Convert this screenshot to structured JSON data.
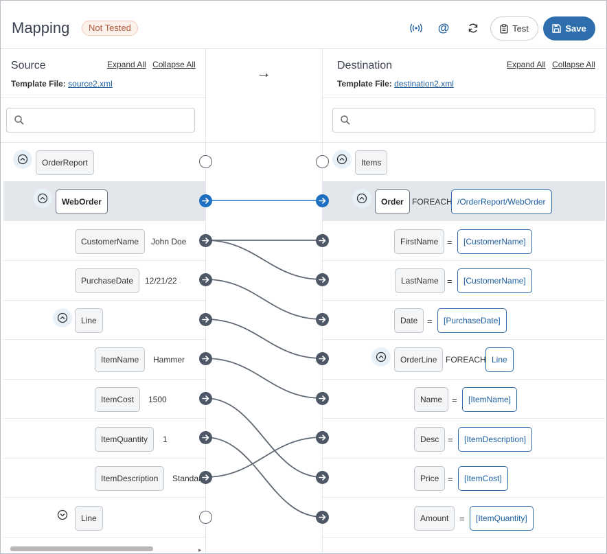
{
  "header": {
    "title": "Mapping",
    "status_badge": "Not Tested",
    "test_label": "Test",
    "save_label": "Save"
  },
  "source": {
    "title": "Source",
    "expand_all": "Expand All",
    "collapse_all": "Collapse All",
    "template_label": "Template File:",
    "template_file": "source2.xml",
    "search_placeholder": ""
  },
  "destination": {
    "title": "Destination",
    "expand_all": "Expand All",
    "collapse_all": "Collapse All",
    "template_label": "Template File:",
    "template_file": "destination2.xml",
    "search_placeholder": ""
  },
  "mapping_arrow": "→",
  "source_rows": [
    {
      "label": "OrderReport",
      "value": ""
    },
    {
      "label": "WebOrder",
      "value": ""
    },
    {
      "label": "CustomerName",
      "value": "John Doe"
    },
    {
      "label": "PurchaseDate",
      "value": "12/21/22"
    },
    {
      "label": "Line",
      "value": ""
    },
    {
      "label": "ItemName",
      "value": "Hammer"
    },
    {
      "label": "ItemCost",
      "value": "1500"
    },
    {
      "label": "ItemQuantity",
      "value": "1"
    },
    {
      "label": "ItemDescription",
      "value": "Standar"
    },
    {
      "label": "Line",
      "value": ""
    }
  ],
  "dest_rows": [
    {
      "label": "Items",
      "op": "",
      "binding": ""
    },
    {
      "label": "Order",
      "op": "FOREACH",
      "binding": "/OrderReport/WebOrder"
    },
    {
      "label": "FirstName",
      "op": "=",
      "binding": "[CustomerName]"
    },
    {
      "label": "LastName",
      "op": "=",
      "binding": "[CustomerName]"
    },
    {
      "label": "Date",
      "op": "=",
      "binding": "[PurchaseDate]"
    },
    {
      "label": "OrderLine",
      "op": "FOREACH",
      "binding": "Line"
    },
    {
      "label": "Name",
      "op": "=",
      "binding": "[ItemName]"
    },
    {
      "label": "Desc",
      "op": "=",
      "binding": "[ItemDescription]"
    },
    {
      "label": "Price",
      "op": "=",
      "binding": "[ItemCost]"
    },
    {
      "label": "Amount",
      "op": "=",
      "binding": "[ItemQuantity]"
    }
  ],
  "mappings": [
    {
      "from": 1,
      "to": 1,
      "selected": true
    },
    {
      "from": 2,
      "to": 2
    },
    {
      "from": 2,
      "to": 3
    },
    {
      "from": 3,
      "to": 4
    },
    {
      "from": 4,
      "to": 5
    },
    {
      "from": 5,
      "to": 6
    },
    {
      "from": 6,
      "to": 8
    },
    {
      "from": 7,
      "to": 9
    },
    {
      "from": 8,
      "to": 7
    }
  ],
  "colors": {
    "accent": "#2f6eac",
    "selected_line": "#1d6fc2",
    "connector": "#4d5765",
    "badge_text": "#b0583a"
  }
}
